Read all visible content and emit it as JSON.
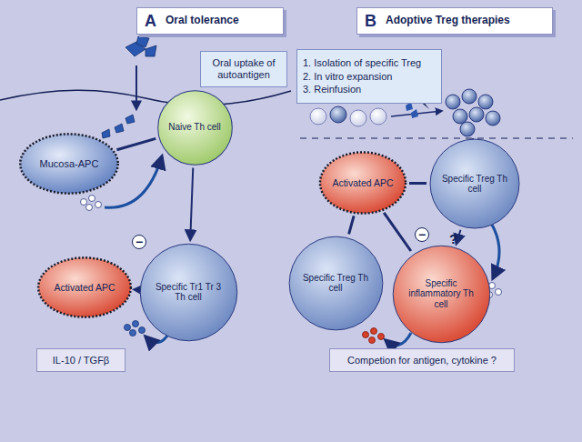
{
  "diagram": {
    "nodes": [
      {
        "text": [
          "A",
          "Oral tolerance"
        ]
      },
      {
        "text": [
          "Oral uptake of autoantigen"
        ]
      },
      {
        "text": [
          "Mucosa-APC"
        ]
      },
      {
        "text": [
          "Naive Th cell"
        ]
      },
      {
        "text": [
          "Activated APC"
        ]
      },
      {
        "text": [
          "Specific Tr1 Tr 3 Th cell"
        ]
      },
      {
        "text": [
          "IL-10 / TGFβ"
        ]
      },
      {
        "text": [
          "B",
          "Adoptive Treg therapies"
        ]
      },
      {
        "text": [
          "1. Isolation of specific Treg",
          "2. In vitro expansion",
          "3. Reinfusion"
        ]
      },
      {
        "text": [
          "Activated APC"
        ]
      },
      {
        "text": [
          "Specific Treg Th cell"
        ]
      },
      {
        "text": [
          "Specific Treg Th cell"
        ]
      },
      {
        "text": [
          "Specific inflammatory Th cell"
        ]
      },
      {
        "text": [
          "Competion for antigen, cytokine ?"
        ]
      }
    ],
    "edges": [
      {
        "from": 2,
        "to": 3,
        "arrow": "none"
      },
      {
        "from": 3,
        "to": 5,
        "arrow": "to"
      },
      {
        "from": 5,
        "to": 4,
        "arrow": "to"
      },
      {
        "from": 9,
        "to": 10,
        "arrow": "none"
      },
      {
        "from": 9,
        "to": 11,
        "arrow": "none"
      },
      {
        "from": 9,
        "to": 12,
        "arrow": "none"
      },
      {
        "from": 10,
        "to": 12,
        "arrow": "to"
      }
    ],
    "labels": [
      "−",
      "−",
      "?"
    ]
  }
}
